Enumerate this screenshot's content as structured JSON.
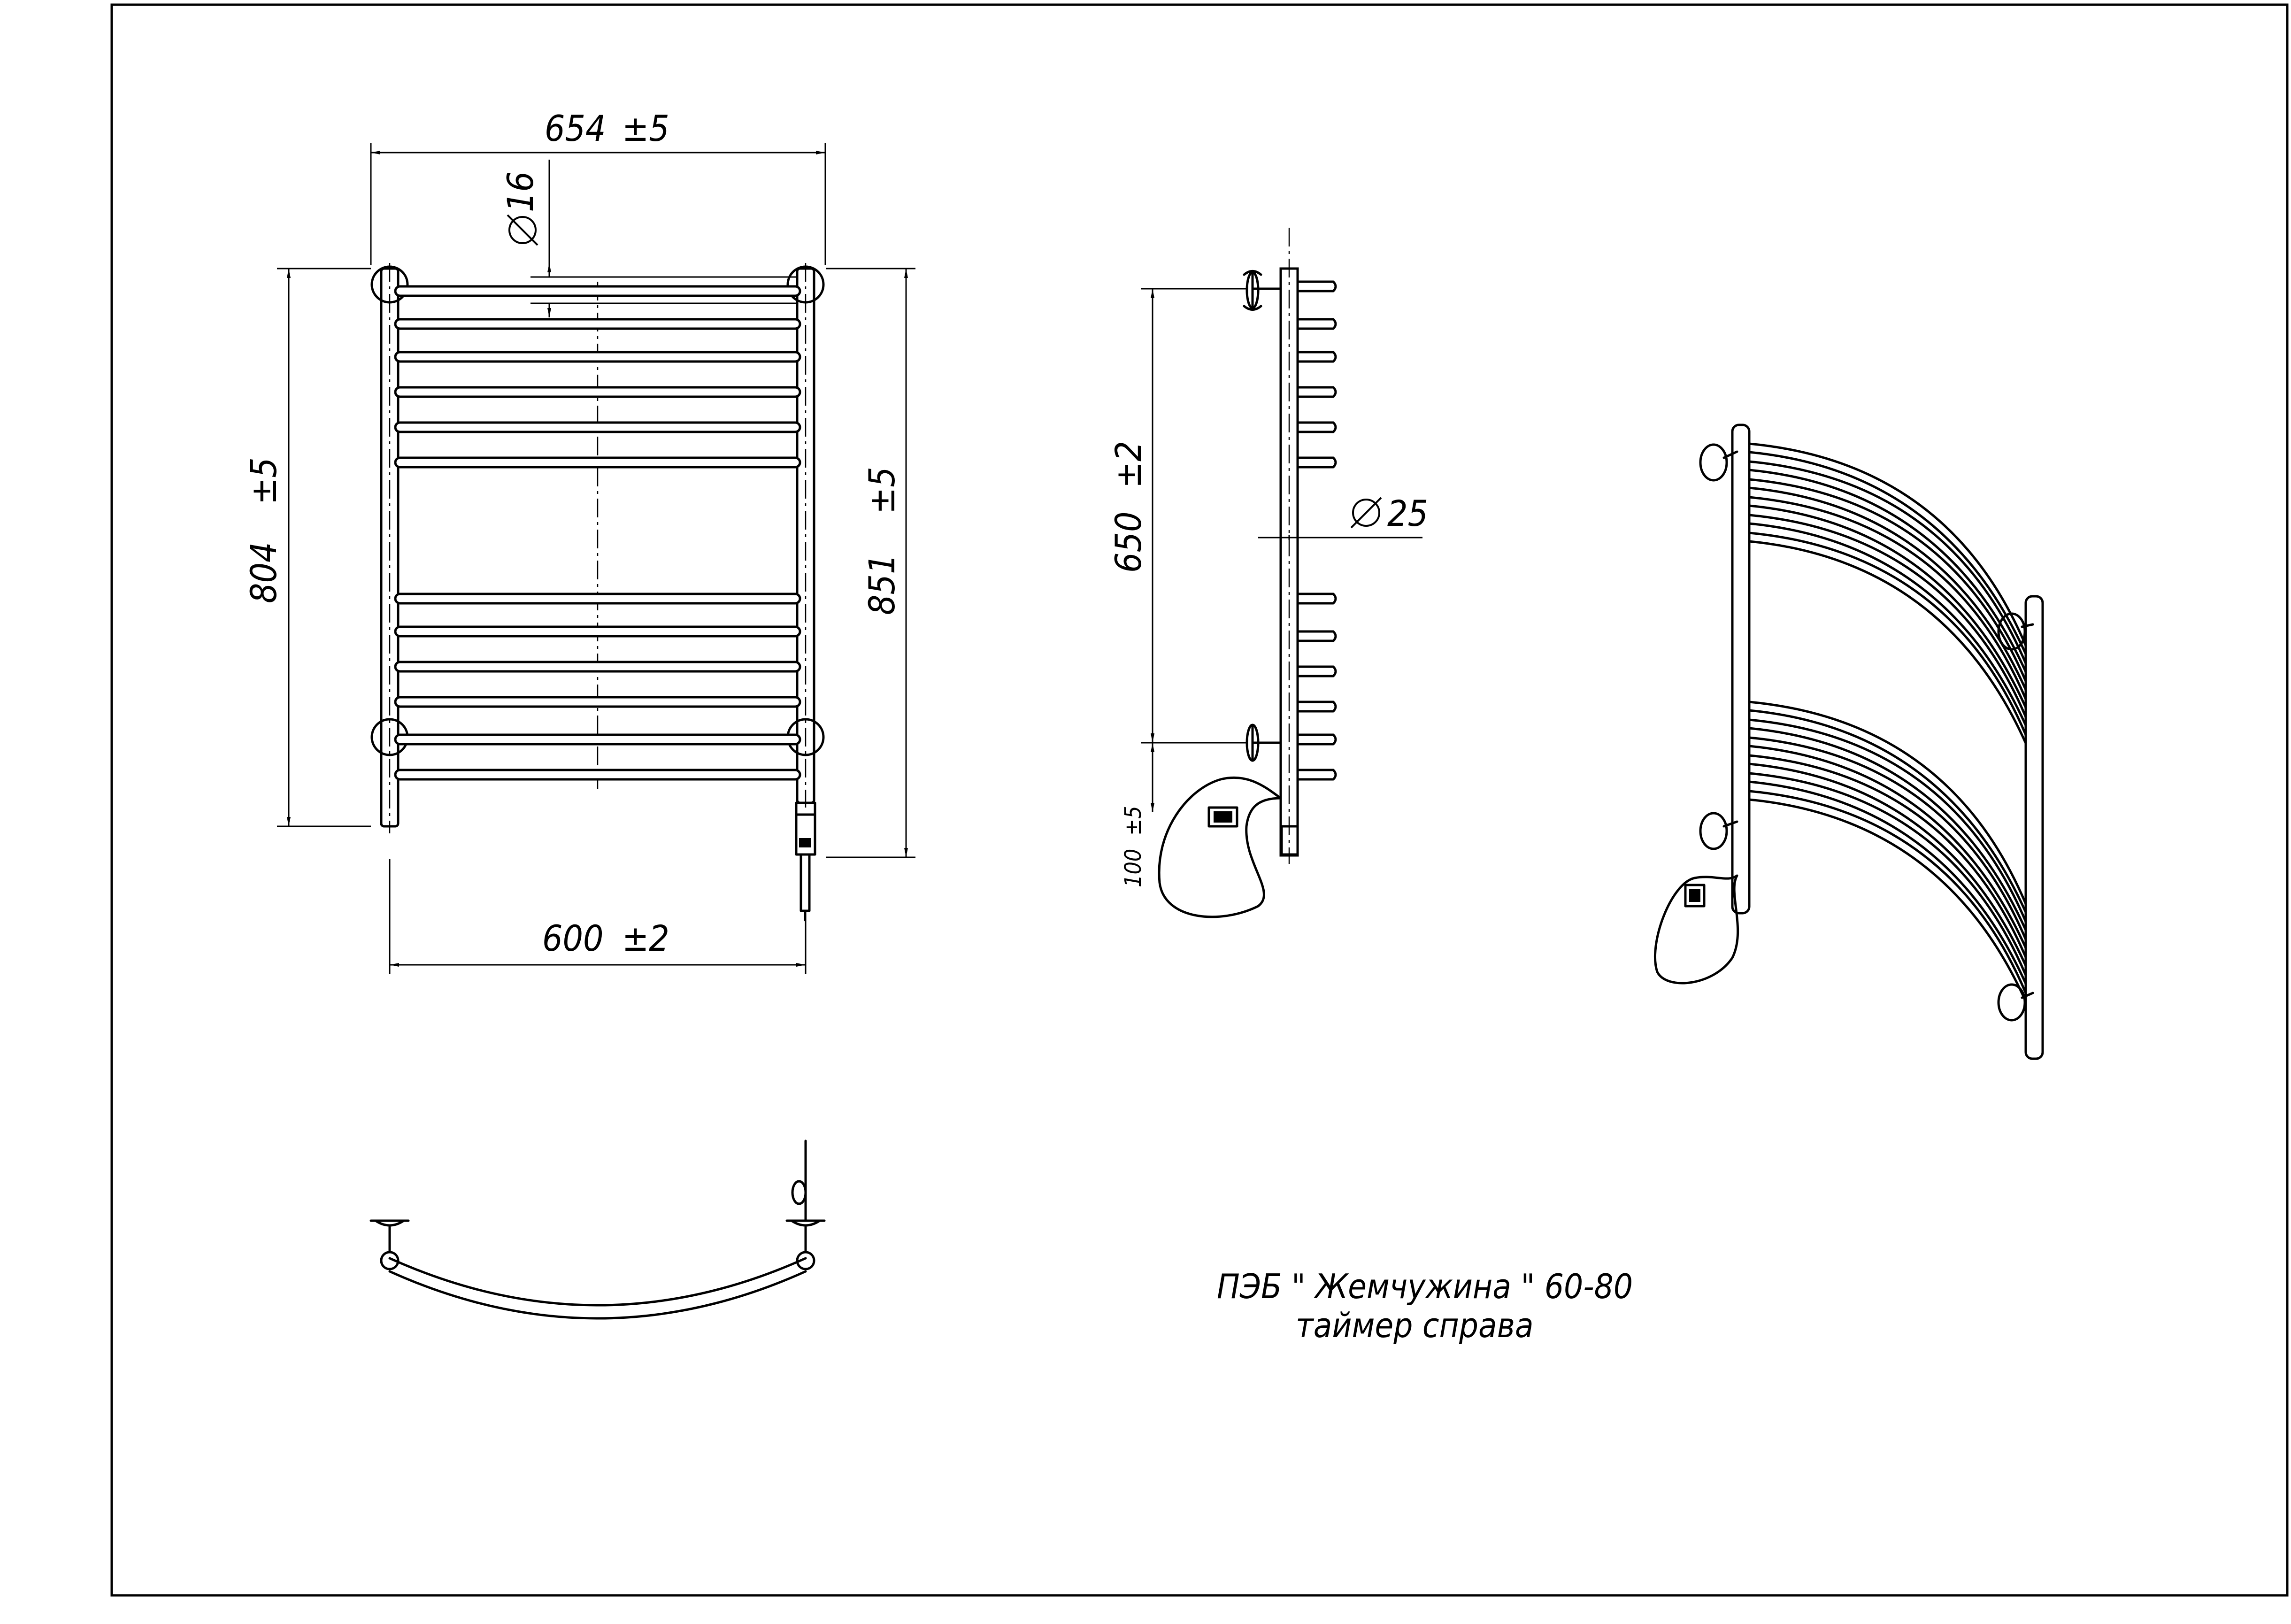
{
  "front_view": {
    "overall_width": "654",
    "overall_width_tol": "±5",
    "rail_diameter": "16",
    "height": "804",
    "height_tol": "±5",
    "total_height": "851",
    "total_height_tol": "±5",
    "axis_width": "600",
    "axis_width_tol": "±2"
  },
  "side_view": {
    "mount_distance": "650",
    "mount_distance_tol": "±2",
    "bar_diameter": "25",
    "cable_length": "100",
    "cable_length_tol": "±5"
  },
  "title_block": {
    "product": "ПЭБ \" Жемчужина \" 60-80",
    "variant": "таймер справа"
  }
}
